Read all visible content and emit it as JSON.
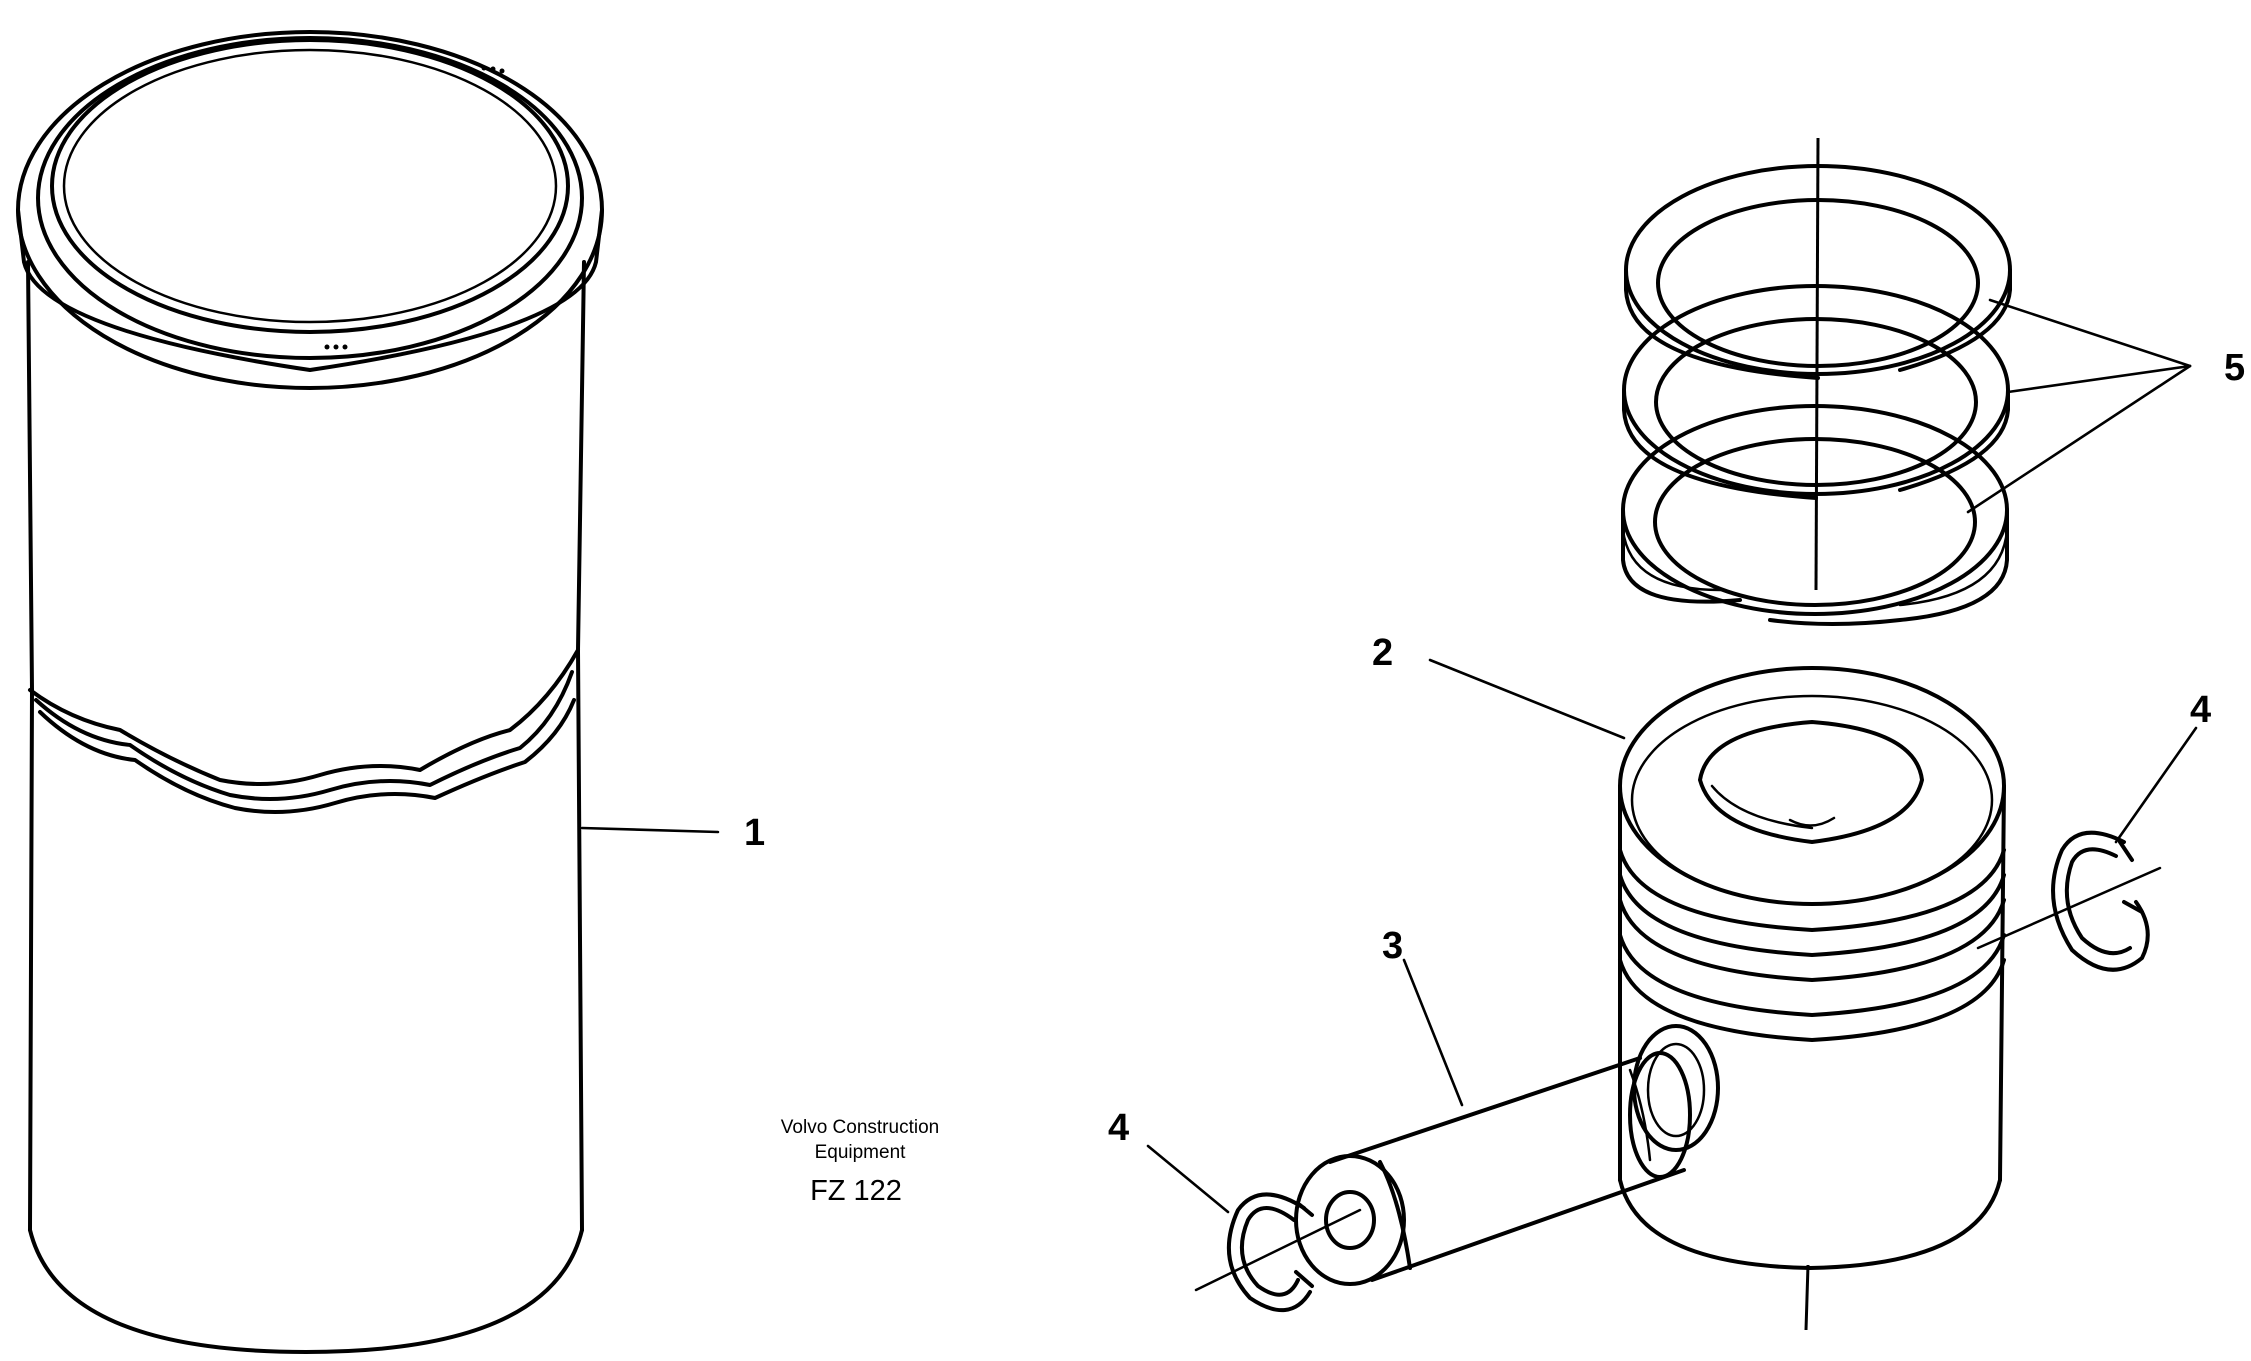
{
  "callouts": {
    "liner": "1",
    "piston": "2",
    "piston_pin": "3",
    "circlip_left": "4",
    "circlip_right": "4",
    "piston_rings": "5"
  },
  "caption": {
    "company_line1": "Volvo Construction",
    "company_line2": "Equipment",
    "figure_code": "FZ 122"
  }
}
